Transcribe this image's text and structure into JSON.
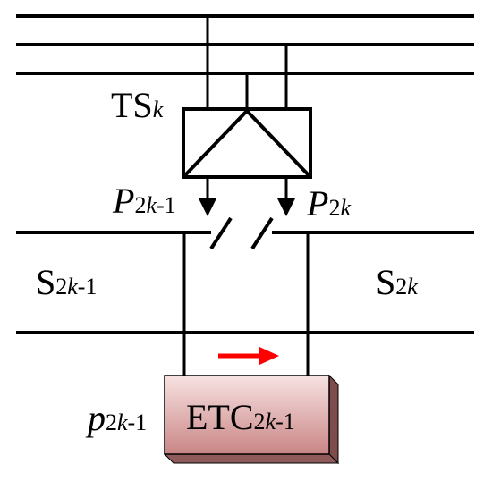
{
  "transformer": {
    "name": "TS",
    "index": "k"
  },
  "power_left": {
    "symbol": "P",
    "sub_pre": "2",
    "sub_var": "k",
    "sub_post": "-1"
  },
  "power_right": {
    "symbol": "P",
    "sub_pre": "2",
    "sub_var": "k"
  },
  "section_left": {
    "name": "S",
    "sub_pre": "2",
    "sub_var": "k",
    "sub_post": "-1"
  },
  "section_right": {
    "name": "S",
    "sub_pre": "2",
    "sub_var": "k"
  },
  "etc_power": {
    "symbol": "p",
    "sub_pre": "2",
    "sub_var": "k",
    "sub_post": "-1"
  },
  "etc_box": {
    "name": "ETC",
    "sub_pre": "2",
    "sub_var": "k",
    "sub_post": "-1"
  },
  "colors": {
    "line": "#000000",
    "arrow": "#ff0000",
    "box_light": "#f6dada",
    "box_dark": "#c98080",
    "box_shadow": "#9c6060"
  }
}
